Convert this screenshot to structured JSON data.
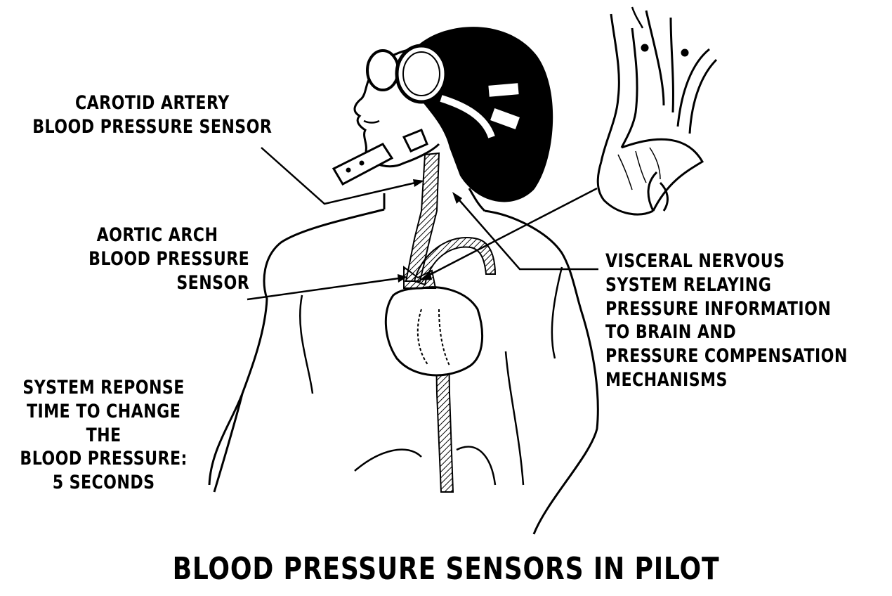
{
  "labels": {
    "carotid": [
      "CAROTID ARTERY",
      "BLOOD PRESSURE SENSOR"
    ],
    "aortic": [
      "AORTIC ARCH",
      "BLOOD PRESSURE",
      "SENSOR"
    ],
    "visceral": [
      "VISCERAL NERVOUS",
      "SYSTEM RELAYING",
      "PRESSURE INFORMATION",
      "TO BRAIN AND",
      "PRESSURE COMPENSATION",
      "MECHANISMS"
    ],
    "response": [
      "SYSTEM REPONSE",
      "TIME TO CHANGE",
      "THE",
      "BLOOD PRESSURE:",
      "5 SECONDS"
    ]
  },
  "title": "BLOOD PRESSURE SENSORS IN PILOT",
  "colors": {
    "ink": "#000000",
    "paper": "#ffffff"
  }
}
